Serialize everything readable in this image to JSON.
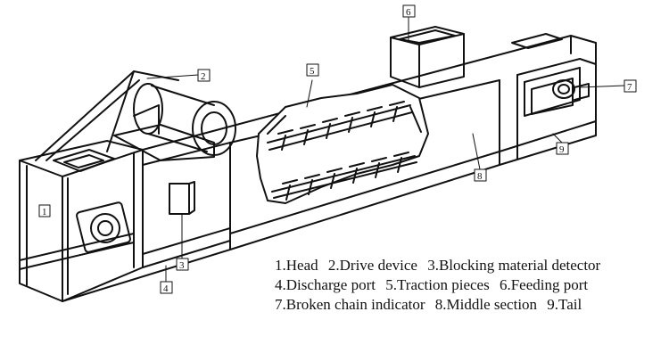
{
  "callouts": {
    "head": "1",
    "drive_device": "2",
    "blocking_detector": "3",
    "discharge_port": "4",
    "traction_pieces": "5",
    "feeding_port": "6",
    "broken_chain_indicator": "7",
    "middle_section": "8",
    "tail": "9"
  },
  "legend": {
    "line1": [
      "1.Head",
      "2.Drive device",
      "3.Blocking material detector"
    ],
    "line2": [
      "4.Discharge port",
      "5.Traction pieces",
      "6.Feeding port"
    ],
    "line3": [
      "7.Broken chain indicator",
      "8.Middle section",
      "9.Tail"
    ]
  }
}
